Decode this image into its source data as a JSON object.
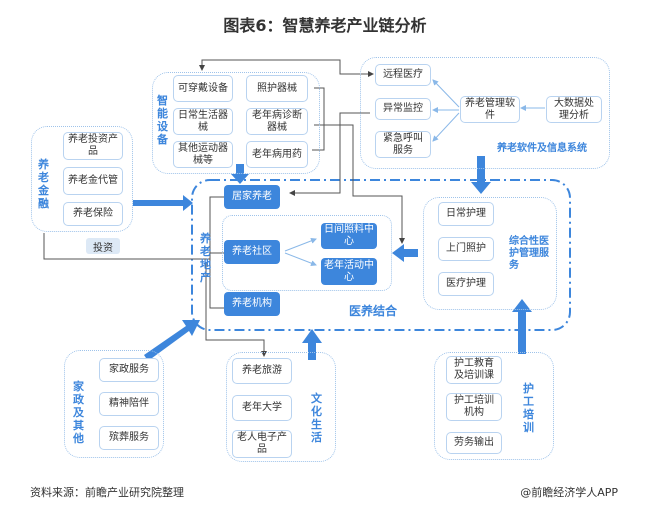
{
  "title": "图表6：智慧养老产业链分析",
  "colors": {
    "accent": "#3d86dc",
    "box_border": "#b9d3f0",
    "group_border": "#9fc3ea",
    "line": "#555555"
  },
  "smart_devices": {
    "label": "智能设备",
    "items": [
      "可穿戴设备",
      "照护器械",
      "日常生活器械",
      "老年病诊断器械",
      "其他运动器械等",
      "老年病用药"
    ]
  },
  "software": {
    "label": "养老软件及信息系统",
    "services": [
      "远程医疗",
      "异常监控",
      "紧急呼叫服务"
    ],
    "mgmt": "养老管理软件",
    "bigdata": "大数据处理分析"
  },
  "finance": {
    "label": "养老金融",
    "items": [
      "养老投资产品",
      "养老金代管",
      "养老保险"
    ],
    "invest_tag": "投资"
  },
  "center": {
    "label": "医养结合",
    "real_estate_label": "养老地产",
    "home_care": "居家养老",
    "community": "养老社区",
    "institution": "养老机构",
    "day_care": "日间照料中心",
    "activity": "老年活动中心"
  },
  "medical": {
    "label": "综合性医护管理服务",
    "items": [
      "日常护理",
      "上门照护",
      "医疗护理"
    ]
  },
  "household": {
    "label": "家政及其他",
    "items": [
      "家政服务",
      "精神陪伴",
      "殡葬服务"
    ]
  },
  "culture": {
    "label": "文化生活",
    "items": [
      "养老旅游",
      "老年大学",
      "老人电子产品"
    ]
  },
  "nursing": {
    "label": "护工培训",
    "items": [
      "护工教育及培训课",
      "护工培训机构",
      "劳务输出"
    ]
  },
  "footer": {
    "source": "资料来源：前瞻产业研究院整理",
    "brand": "@前瞻经济学人APP"
  }
}
